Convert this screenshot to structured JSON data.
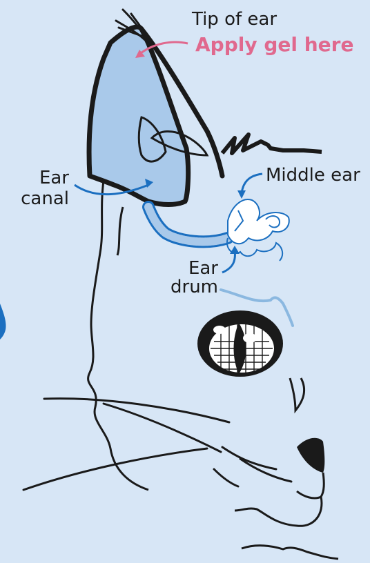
{
  "labels": {
    "tip_of_ear": "Tip of ear",
    "apply_gel": "Apply gel here",
    "ear_canal_line1": "Ear",
    "ear_canal_line2": "canal",
    "middle_ear": "Middle ear",
    "ear_drum_line1": "Ear",
    "ear_drum_line2": "drum"
  },
  "colors": {
    "background": "#d7e6f6",
    "ear_fill": "#a9c9ea",
    "outline": "#1a1a1a",
    "canal_blue": "#1b6fc0",
    "highlight_pink": "#e0698e",
    "brow_light_blue": "#8bb8e0"
  }
}
